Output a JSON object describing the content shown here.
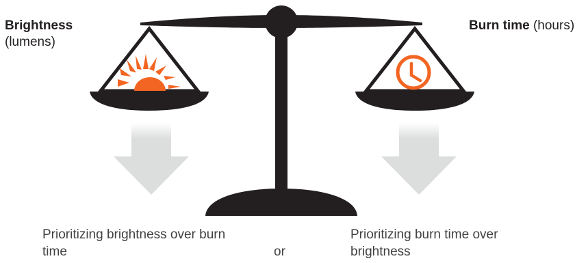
{
  "left_pan": {
    "title": "Brightness",
    "unit": "(lumens)",
    "icon": "sun-icon",
    "caption": "Prioritizing brightness over burn time"
  },
  "right_pan": {
    "title": "Burn time",
    "unit": "(hours)",
    "icon": "clock-icon",
    "caption": "Prioritizing burn time over brightness"
  },
  "connector": "or",
  "colors": {
    "scale": "#231f20",
    "icon_accent": "#f26522",
    "arrow": "#dcdddd",
    "text": "#414042"
  }
}
